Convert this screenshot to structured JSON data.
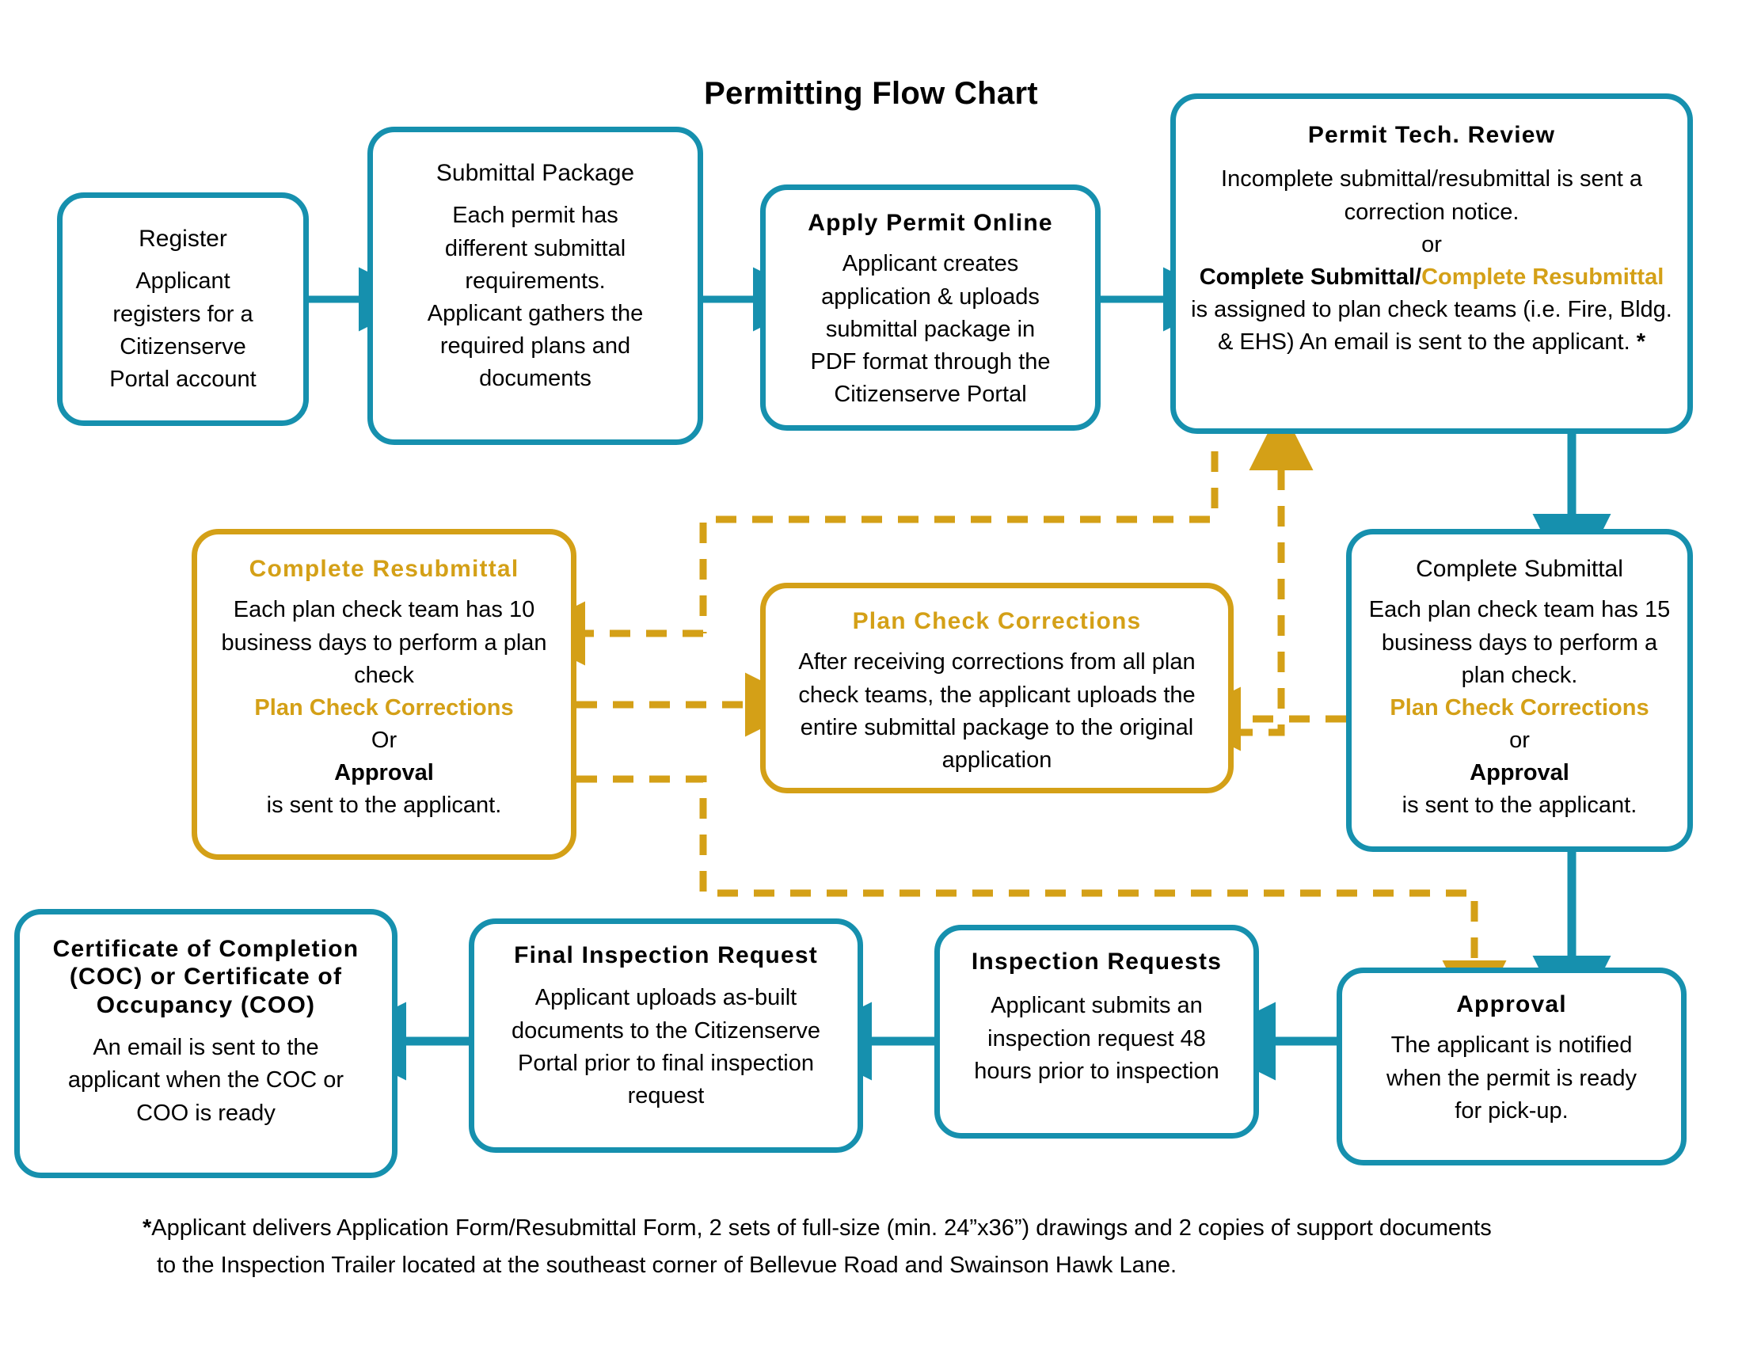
{
  "title": "Permitting Flow Chart",
  "colors": {
    "teal": "#1690AE",
    "gold": "#D4A017",
    "text": "#000000",
    "background": "#FFFFFF"
  },
  "nodes": {
    "register": {
      "heading": "Register",
      "body": [
        "Applicant",
        "registers for a",
        "Citizenserve",
        "Portal account"
      ]
    },
    "submittal_package": {
      "heading": "Submittal  Package",
      "body": [
        "Each permit has",
        "different submittal",
        "requirements.",
        "Applicant gathers the",
        "required plans and",
        "documents"
      ]
    },
    "apply_permit_online": {
      "heading": "Apply  Permit  Online",
      "body": [
        "Applicant creates",
        "application & uploads",
        "submittal package in",
        "PDF format through the",
        "Citizenserve Portal"
      ]
    },
    "permit_tech_review": {
      "heading": "Permit Tech.  Review",
      "body_line1": "Incomplete submittal/resubmittal is sent a",
      "body_line2": "correction notice.",
      "body_line3": "or",
      "emph_black": "Complete Submittal",
      "emph_sep": "/",
      "emph_gold": "Complete Resubmittal",
      "body_line5": "is assigned to plan check teams (i.e. Fire, Bldg.",
      "body_line6": "& EHS) An email is sent to the applicant. ",
      "body_star": "*"
    },
    "complete_submittal": {
      "heading": "Complete  Submittal",
      "body": [
        "Each plan check team has 15",
        "business days to perform a",
        "plan check."
      ],
      "option_gold": "Plan Check Corrections",
      "option_or": "or",
      "option_bold": "Approval",
      "option_tail": "is sent to the applicant."
    },
    "complete_resubmittal": {
      "heading": "Complete  Resubmittal",
      "body": [
        "Each plan check team has 10",
        "business days to perform a plan",
        "check"
      ],
      "option_gold": "Plan Check Corrections",
      "option_or": "Or",
      "option_bold": "Approval",
      "option_tail": "is sent to the applicant."
    },
    "plan_check_corrections": {
      "heading": "Plan Check  Corrections",
      "body": [
        "After receiving corrections from all plan",
        "check teams, the applicant uploads the",
        "entire submittal package to the original",
        "application"
      ]
    },
    "approval": {
      "heading": "Approval",
      "body": [
        "The applicant is notified",
        "when the permit is ready",
        "for pick-up."
      ]
    },
    "inspection_requests": {
      "heading": "Inspection  Requests",
      "body": [
        "Applicant submits an",
        "inspection request 48",
        "hours prior to inspection"
      ]
    },
    "final_inspection_request": {
      "heading": "Final Inspection Request",
      "body": [
        "Applicant uploads as-built",
        "documents to the Citizenserve",
        "Portal prior to final inspection",
        "request"
      ]
    },
    "certificate": {
      "heading_lines": [
        "Certificate  of  Completion",
        "(COC)  or  Certificate  of",
        "Occupancy  (COO)"
      ],
      "body": [
        "An email is sent to the",
        "applicant when the COC or",
        "COO is ready"
      ]
    }
  },
  "footnote": {
    "star": "*",
    "line1": "Applicant delivers Application Form/Resubmittal Form, 2 sets of full-size (min. 24”x36”) drawings and 2 copies of support documents",
    "line2": "to the Inspection Trailer located at the southeast corner of Bellevue Road and Swainson Hawk Lane."
  }
}
